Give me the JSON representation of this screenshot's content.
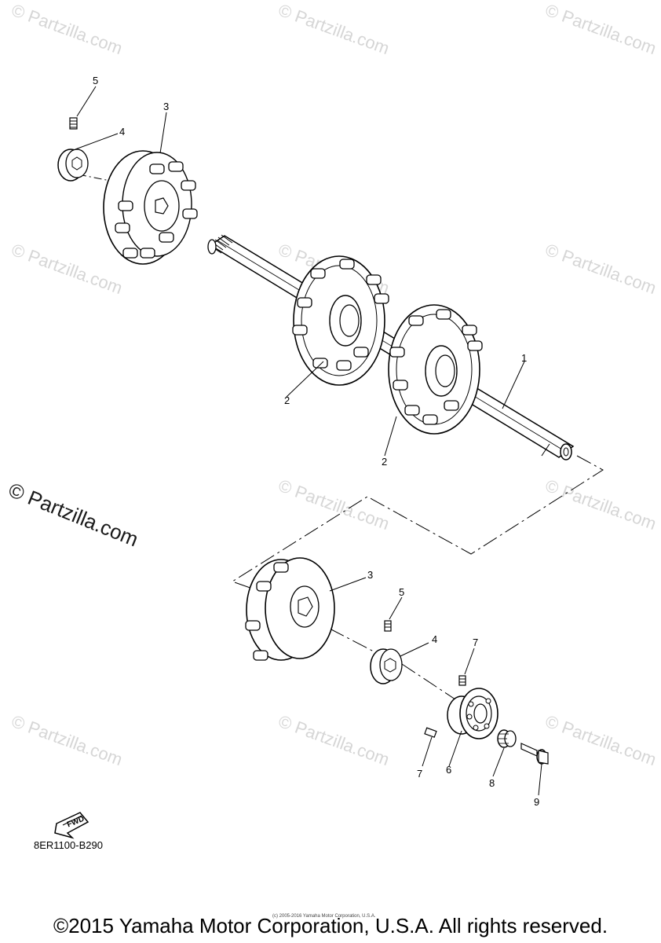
{
  "watermark": {
    "tile_text": "© Partzilla.com",
    "main_text": "© Partzilla.com"
  },
  "callouts": [
    {
      "id": "c1",
      "text": "1"
    },
    {
      "id": "c2a",
      "text": "2"
    },
    {
      "id": "c2b",
      "text": "2"
    },
    {
      "id": "c3a",
      "text": "3"
    },
    {
      "id": "c4a",
      "text": "4"
    },
    {
      "id": "c5a",
      "text": "5"
    },
    {
      "id": "c3b",
      "text": "3"
    },
    {
      "id": "c5b",
      "text": "5"
    },
    {
      "id": "c4b",
      "text": "4"
    },
    {
      "id": "c7a",
      "text": "7"
    },
    {
      "id": "c7b",
      "text": "7"
    },
    {
      "id": "c6",
      "text": "6"
    },
    {
      "id": "c8",
      "text": "8"
    },
    {
      "id": "c9",
      "text": "9"
    }
  ],
  "fwd_label": "FWD",
  "diagram_code": "8ER1100-B290",
  "tiny_note": "(c) 2005-2016 Yamaha Motor Corporation, U.S.A.",
  "copyright": "©2015 Yamaha Motor Corporation, U.S.A. All rights reserved."
}
